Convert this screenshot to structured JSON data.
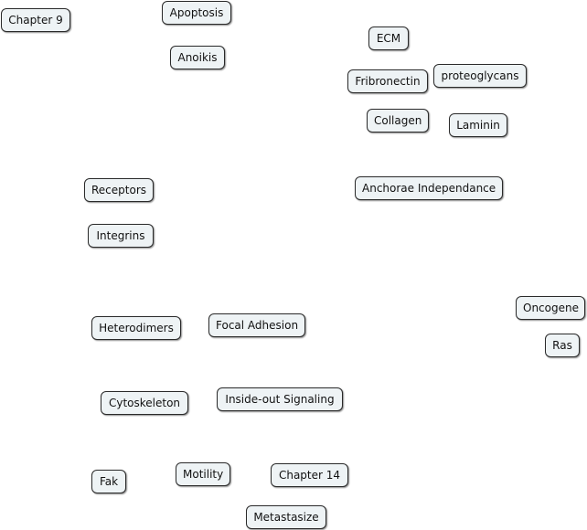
{
  "concepts": [
    {
      "id": "chapter-9",
      "label": "Chapter 9"
    },
    {
      "id": "apoptosis",
      "label": "Apoptosis"
    },
    {
      "id": "anoikis",
      "label": "Anoikis"
    },
    {
      "id": "ecm",
      "label": "ECM"
    },
    {
      "id": "fribronectin",
      "label": "Fribronectin"
    },
    {
      "id": "proteoglycans",
      "label": "proteoglycans"
    },
    {
      "id": "collagen",
      "label": "Collagen"
    },
    {
      "id": "laminin",
      "label": "Laminin"
    },
    {
      "id": "receptors",
      "label": "Receptors"
    },
    {
      "id": "anchorae-independance",
      "label": "Anchorae Independance"
    },
    {
      "id": "integrins",
      "label": "Integrins"
    },
    {
      "id": "oncogene",
      "label": "Oncogene"
    },
    {
      "id": "heterodimers",
      "label": "Heterodimers"
    },
    {
      "id": "focal-adhesion",
      "label": "Focal Adhesion"
    },
    {
      "id": "ras",
      "label": "Ras"
    },
    {
      "id": "cytoskeleton",
      "label": "Cytoskeleton"
    },
    {
      "id": "inside-out-signaling",
      "label": "Inside-out Signaling"
    },
    {
      "id": "fak",
      "label": "Fak"
    },
    {
      "id": "motility",
      "label": "Motility"
    },
    {
      "id": "chapter-14",
      "label": "Chapter 14"
    },
    {
      "id": "metastasize",
      "label": "Metastasize"
    }
  ]
}
